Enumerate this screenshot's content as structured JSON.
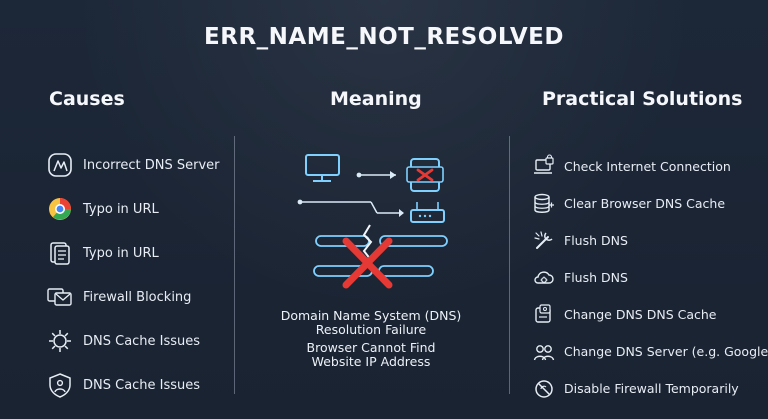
{
  "title": "ERR_NAME_NOT_RESOLVED",
  "causes": {
    "heading": "Causes",
    "items": [
      {
        "label": "Incorrect DNS Server",
        "icon": "dns-server-icon"
      },
      {
        "label": "Typo in URL",
        "icon": "browser-logo-icon"
      },
      {
        "label": "Typo in URL",
        "icon": "document-list-icon"
      },
      {
        "label": "Firewall Blocking",
        "icon": "firewall-icon"
      },
      {
        "label": "DNS Cache Issues",
        "icon": "gear-icon"
      },
      {
        "label": "DNS Cache Issues",
        "icon": "warning-shield-icon"
      }
    ]
  },
  "meaning": {
    "heading": "Meaning",
    "line1": "Domain Name System (DNS)",
    "line2": "Resolution Failure",
    "line3": "Browser Cannot Find",
    "line4": "Website IP Address"
  },
  "solutions": {
    "heading": "Practical Solutions",
    "items": [
      {
        "label": "Check Internet Connection",
        "icon": "laptop-lock-icon"
      },
      {
        "label": "Clear Browser DNS Cache",
        "icon": "database-icon"
      },
      {
        "label": "Flush DNS",
        "icon": "wrench-icon"
      },
      {
        "label": "Flush DNS",
        "icon": "cloud-gear-icon"
      },
      {
        "label": "Change DNS DNS Cache",
        "icon": "router-gear-icon"
      },
      {
        "label": "Change DNS Server (e.g. Google DNS)",
        "icon": "users-icon"
      },
      {
        "label": "Disable Firewall Temporarily",
        "icon": "block-icon"
      }
    ]
  },
  "colors": {
    "background": "#1b2433",
    "text": "#f5f7fb",
    "accent_blue": "#5fb7ff",
    "error_red": "#e53935"
  }
}
